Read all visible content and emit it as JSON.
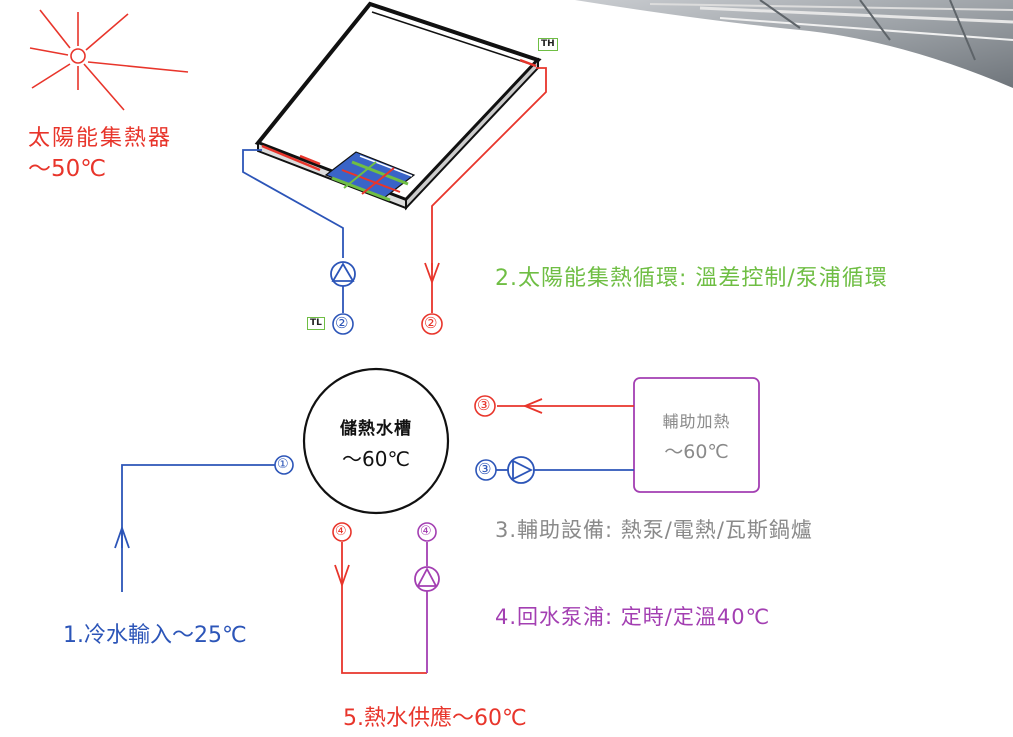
{
  "collector": {
    "title": "太陽能集熱器",
    "temp": "～50℃",
    "sensor_high": "TH",
    "sensor_low": "TL"
  },
  "tank": {
    "title": "儲熱水槽",
    "temp": "～60℃"
  },
  "aux": {
    "title": "輔助加熱",
    "temp": "～60℃"
  },
  "ports": {
    "p1": "①",
    "p2": "②",
    "p3": "③",
    "p4": "④"
  },
  "legend": {
    "item1": "1.冷水輸入～25℃",
    "item2": "2.太陽能集熱循環: 溫差控制/泵浦循環",
    "item3": "3.輔助設備: 熱泵/電熱/瓦斯鍋爐",
    "item4": "4.回水泵浦: 定時/定溫40℃",
    "item5": "5.熱水供應～60℃"
  },
  "colors": {
    "hot": "#e8352b",
    "cold": "#2c55b8",
    "solar": "#6fbe44",
    "aux": "#8a8a8a",
    "return": "#a33fb2"
  }
}
